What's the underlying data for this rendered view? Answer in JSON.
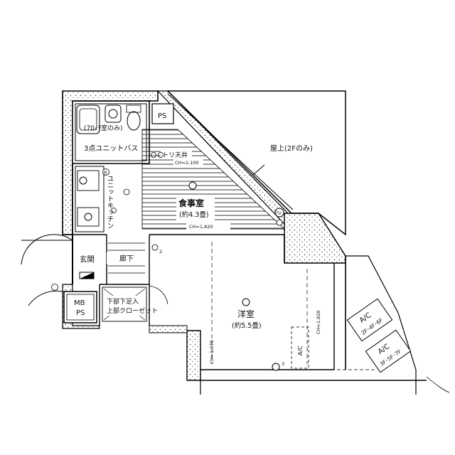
{
  "rooms": {
    "bath_note": "(70ｨｦ室のみ)",
    "bath": "3点ユニットバス",
    "ps_top": "PS",
    "rooftop": "屋上(2Fのみ)",
    "loft_note": "トリ天井",
    "kitchen": "ユニットキッチン",
    "dining": "食事室",
    "dining_area": "(約4.3畳)",
    "entrance": "玄関",
    "hallway": "廊下",
    "mbps_top": "MB",
    "mbps_bottom": "PS",
    "closet_upper": "下部下足入",
    "closet_lower": "上部クローゼット",
    "western": "洋室",
    "western_area": "(約5.5畳)",
    "ac_inner": "A/C",
    "ac_outer_1": "A/C",
    "ac_outer_1_floors": "2F･4F･6F",
    "ac_outer_2": "A/C",
    "ac_outer_2_floors": "3F･5F･7F"
  },
  "dimensions": {
    "ch_loft": "CH=2,100",
    "ch_dining": "CH=1,820",
    "ch_western": "CH=1,970",
    "ch_right": "CH=1,820"
  },
  "symbols": {
    "outlet_tv": "TV",
    "outlet_r": "R",
    "outlet_2": "2",
    "outlet_e3": "3"
  }
}
